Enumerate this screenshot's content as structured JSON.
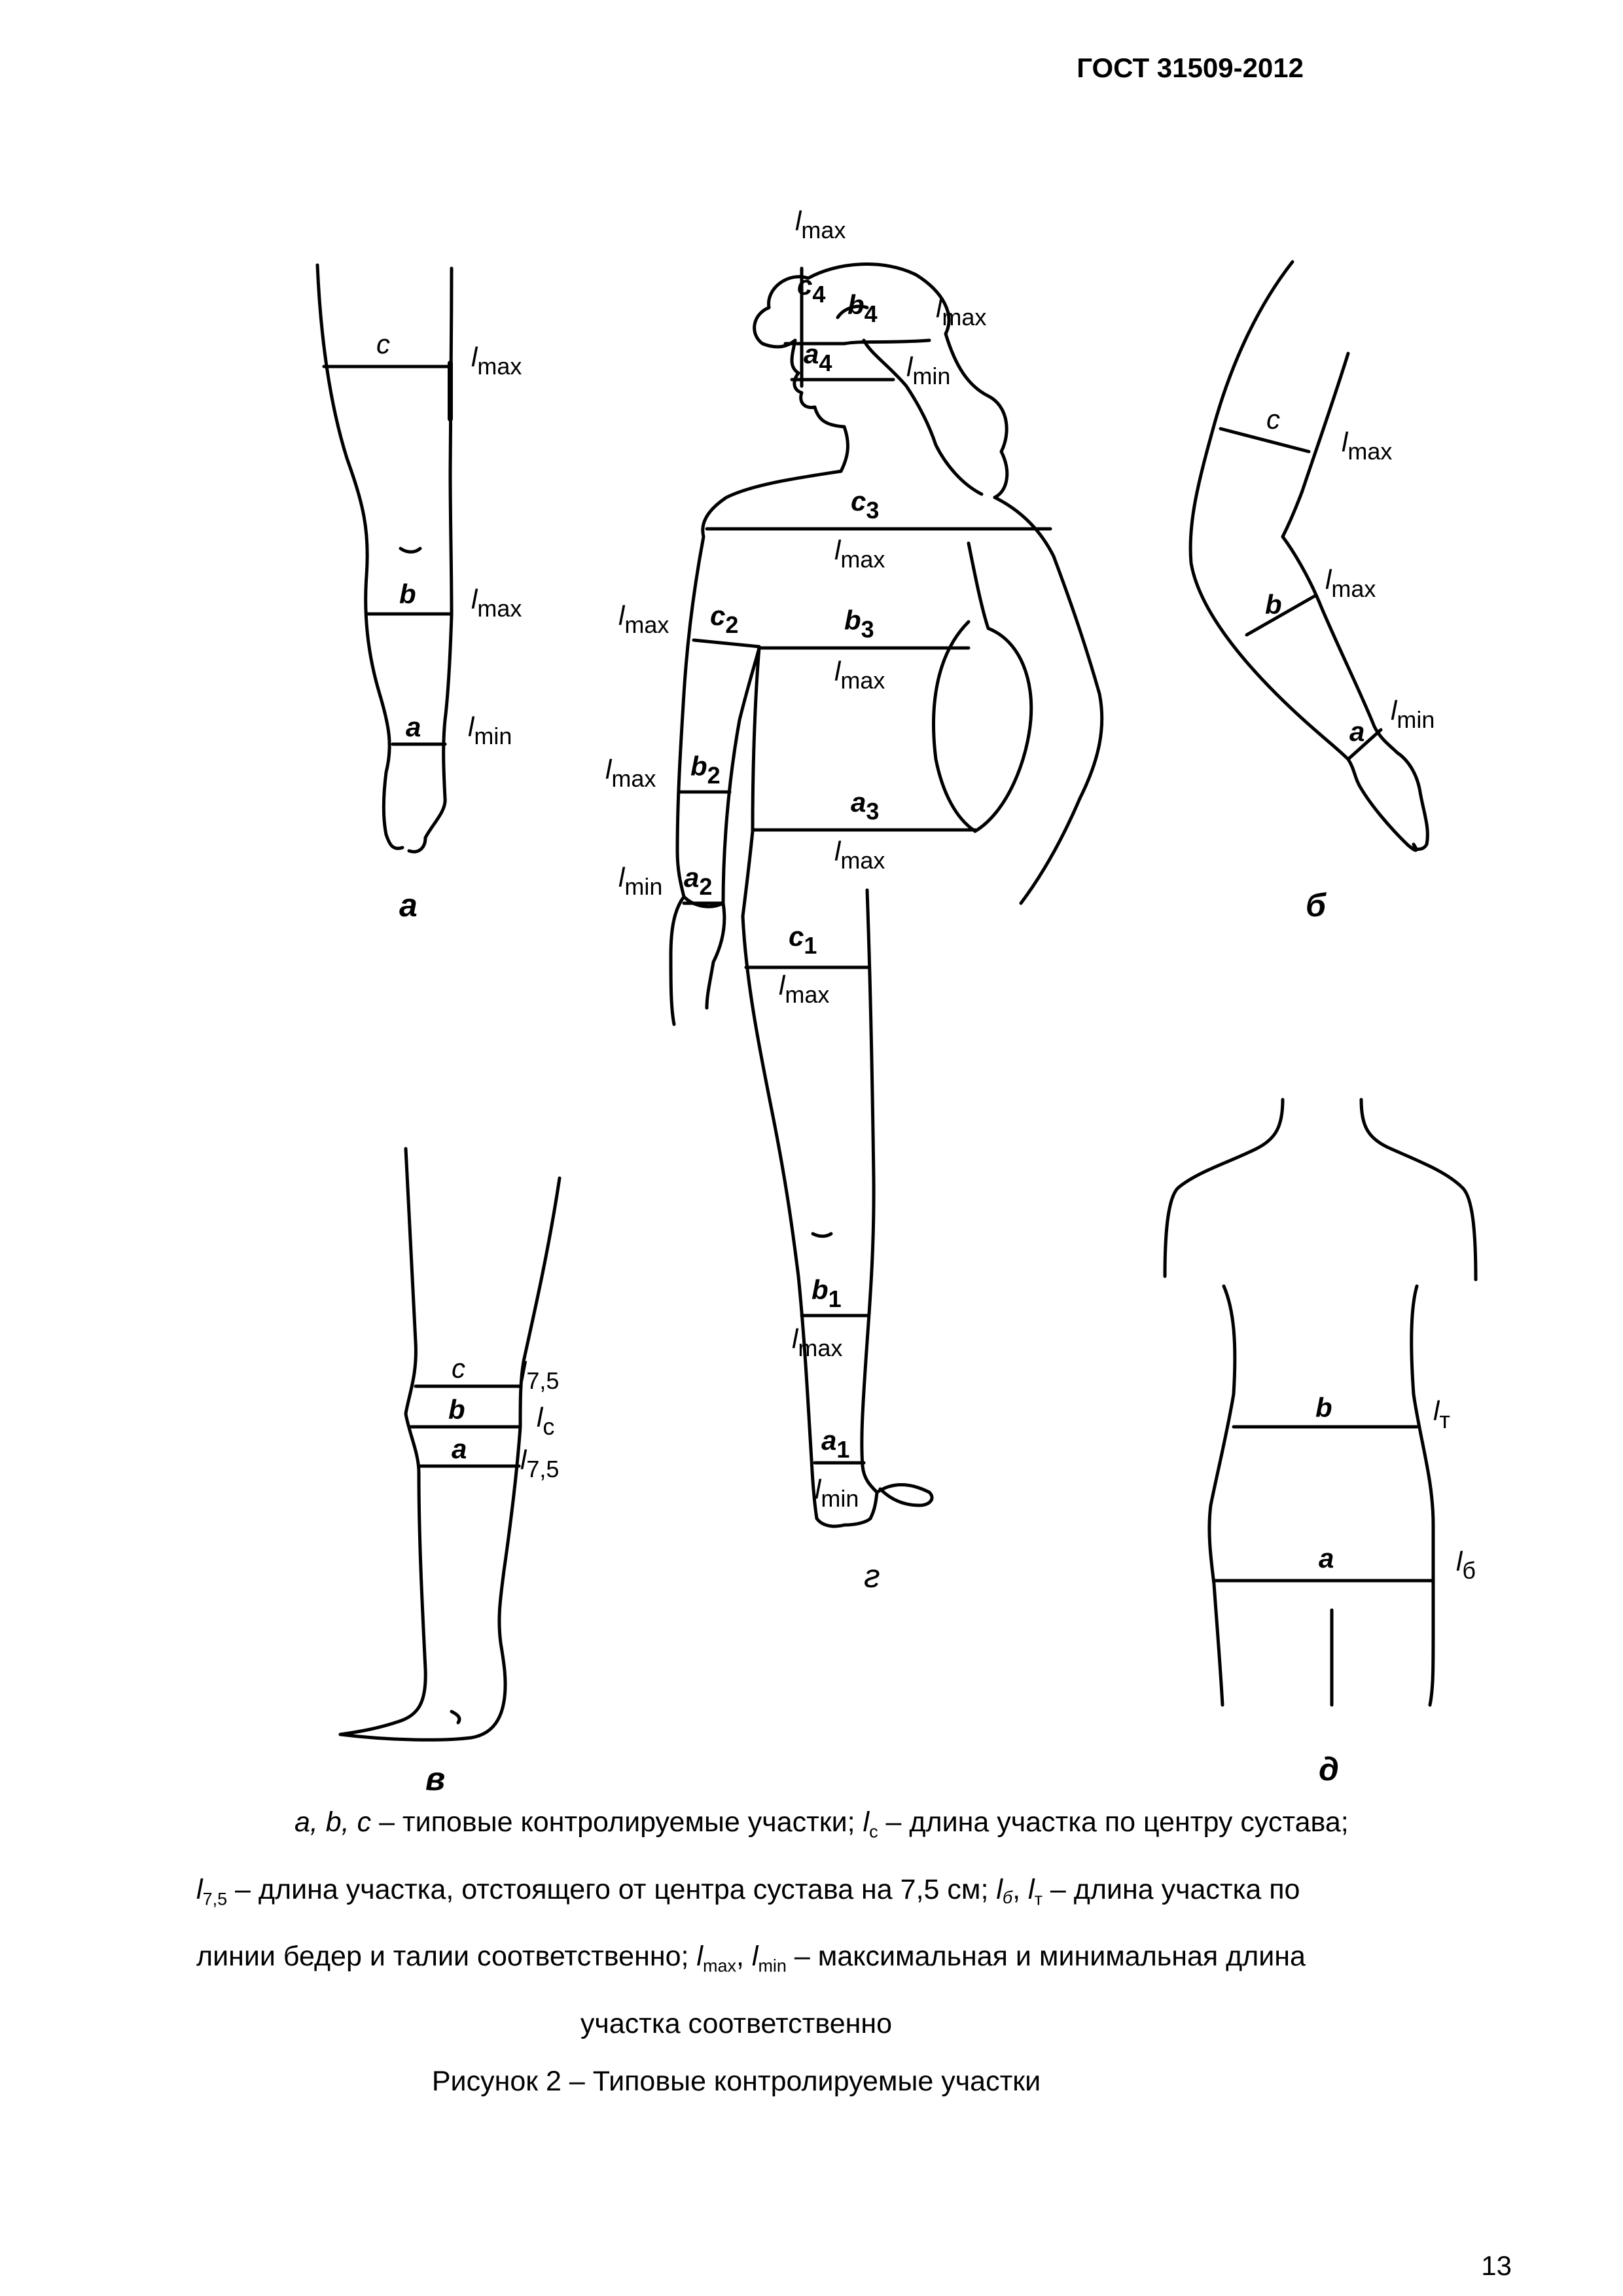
{
  "document": {
    "code": "ГОСТ 31509-2012",
    "page_number": "13"
  },
  "figure": {
    "panel_labels": {
      "a": "а",
      "b": "б",
      "v": "в",
      "g": "г",
      "d": "д"
    },
    "leg_a": {
      "c": "c",
      "b": "b",
      "a": "a",
      "lmax1": "l",
      "lmax1_sub": "max",
      "lmax2": "l",
      "lmax2_sub": "max",
      "lmin": "l",
      "lmin_sub": "min"
    },
    "arm_b": {
      "c": "c",
      "b": "b",
      "a": "a",
      "lmax1": "l",
      "lmax1_sub": "max",
      "lmax2": "l",
      "lmax2_sub": "max",
      "lmin": "l",
      "lmin_sub": "min"
    },
    "knee_v": {
      "c": "c",
      "b": "b",
      "a": "a",
      "l1": "l",
      "l1_sub": "7,5",
      "l2": "l",
      "l2_sub": "c",
      "l3": "l",
      "l3_sub": "7,5"
    },
    "torso_d": {
      "b": "b",
      "a": "a",
      "l1": "l",
      "l1_sub": "т",
      "l2": "l",
      "l2_sub": "б"
    },
    "body_g": {
      "lmax_head": "l",
      "lmax_head_sub": "max",
      "c4": "c",
      "c4_sub": "4",
      "b4": "b",
      "b4_sub": "4",
      "lmax_b4": "l",
      "lmax_b4_sub": "max",
      "a4": "a",
      "a4_sub": "4",
      "lmin_a4": "l",
      "lmin_a4_sub": "min",
      "c3": "c",
      "c3_sub": "3",
      "lmax_c3": "l",
      "lmax_c3_sub": "max",
      "lmax_c2": "l",
      "lmax_c2_sub": "max",
      "c2": "c",
      "c2_sub": "2",
      "b3": "b",
      "b3_sub": "3",
      "lmax_b3": "l",
      "lmax_b3_sub": "max",
      "lmax_b2": "l",
      "lmax_b2_sub": "max",
      "b2": "b",
      "b2_sub": "2",
      "a3": "a",
      "a3_sub": "3",
      "lmax_a3": "l",
      "lmax_a3_sub": "max",
      "lmin_a2": "l",
      "lmin_a2_sub": "min",
      "a2": "a",
      "a2_sub": "2",
      "c1": "c",
      "c1_sub": "1",
      "lmax_c1": "l",
      "lmax_c1_sub": "max",
      "b1": "b",
      "b1_sub": "1",
      "lmax_b1": "l",
      "lmax_b1_sub": "max",
      "a1": "a",
      "a1_sub": "1",
      "lmin_a1": "l",
      "lmin_a1_sub": "min"
    }
  },
  "caption": {
    "l1_italic": "a, b, c",
    "l1_text1": " – типовые контролируемые участки; ",
    "l1_l": "l",
    "l1_sub": "c",
    "l1_text2": " – длина участка по центру сустава;",
    "l2_l": "l",
    "l2_sub": "7,5",
    "l2_text1": " – длина участка, отстоящего от центра сустава на 7,5 см; ",
    "l2_lb": "l",
    "l2_lb_sub": "б",
    "l2_sep": ", ",
    "l2_lt": "l",
    "l2_lt_sub": "т",
    "l2_text2": " – длина участка по",
    "l3_text1": "линии бедер и талии соответственно; ",
    "l3_l1": "l",
    "l3_sub1": "max",
    "l3_sep": ", ",
    "l3_l2": "l",
    "l3_sub2": "min",
    "l3_text2": " – максимальная и минимальная длина",
    "l4_text": "участка соответственно",
    "title": "Рисунок 2 – Типовые контролируемые участки"
  }
}
